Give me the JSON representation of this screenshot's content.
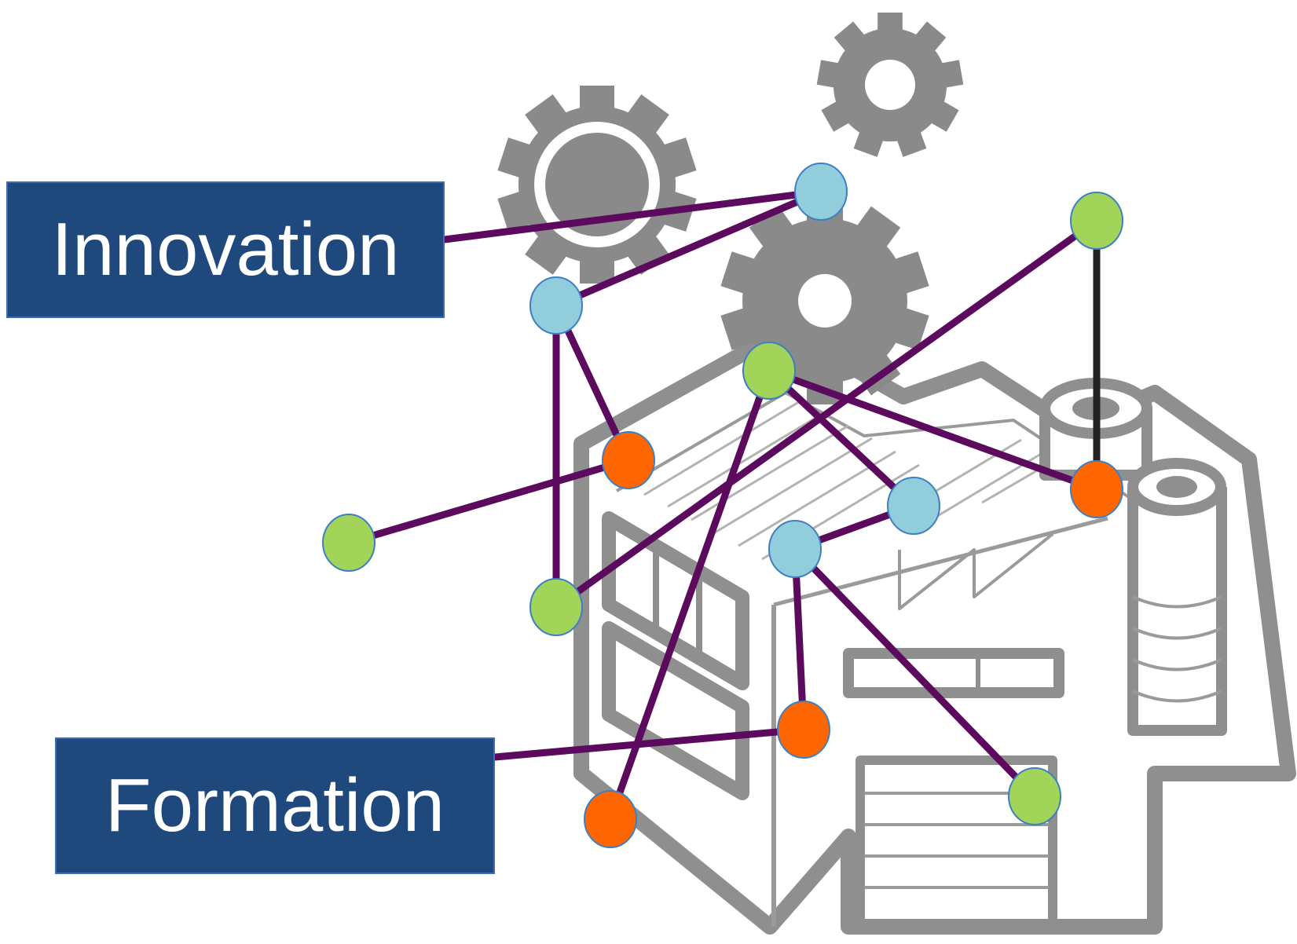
{
  "labels": {
    "innovation": "Innovation",
    "formation": "Formation"
  },
  "colors": {
    "label_fill": "#1f497d",
    "link": "#5c0a5e",
    "link_dark": "#222222",
    "node_blue": "#92cddc",
    "node_green": "#a2d45a",
    "node_orange": "#ff6600",
    "node_stroke": "#3d7fc4",
    "illustration_gray": "#8a8a8a"
  },
  "icons": {
    "background": [
      "gear-icon",
      "gear-icon",
      "gear-icon",
      "factory-icon"
    ]
  },
  "nodes": [
    {
      "id": "b1",
      "type": "blue"
    },
    {
      "id": "b2",
      "type": "blue"
    },
    {
      "id": "b3",
      "type": "blue"
    },
    {
      "id": "b4",
      "type": "blue"
    },
    {
      "id": "g1",
      "type": "green"
    },
    {
      "id": "g2",
      "type": "green"
    },
    {
      "id": "g3",
      "type": "green"
    },
    {
      "id": "g4",
      "type": "green"
    },
    {
      "id": "g5",
      "type": "green"
    },
    {
      "id": "o1",
      "type": "orange"
    },
    {
      "id": "o2",
      "type": "orange"
    },
    {
      "id": "o3",
      "type": "orange"
    },
    {
      "id": "o4",
      "type": "orange"
    }
  ],
  "links": [
    {
      "from": "innovation",
      "to": "b1"
    },
    {
      "from": "b1",
      "to": "b2"
    },
    {
      "from": "b2",
      "to": "o1"
    },
    {
      "from": "b2",
      "to": "g2"
    },
    {
      "from": "g2",
      "to": "g5"
    },
    {
      "from": "g4",
      "to": "o1"
    },
    {
      "from": "g1",
      "to": "b3"
    },
    {
      "from": "g1",
      "to": "o2"
    },
    {
      "from": "g1",
      "to": "o3"
    },
    {
      "from": "b3",
      "to": "b4"
    },
    {
      "from": "b4",
      "to": "o4"
    },
    {
      "from": "b4",
      "to": "g3"
    },
    {
      "from": "o4",
      "to": "formation"
    },
    {
      "from": "g5",
      "to": "o2",
      "style": "dark"
    }
  ]
}
